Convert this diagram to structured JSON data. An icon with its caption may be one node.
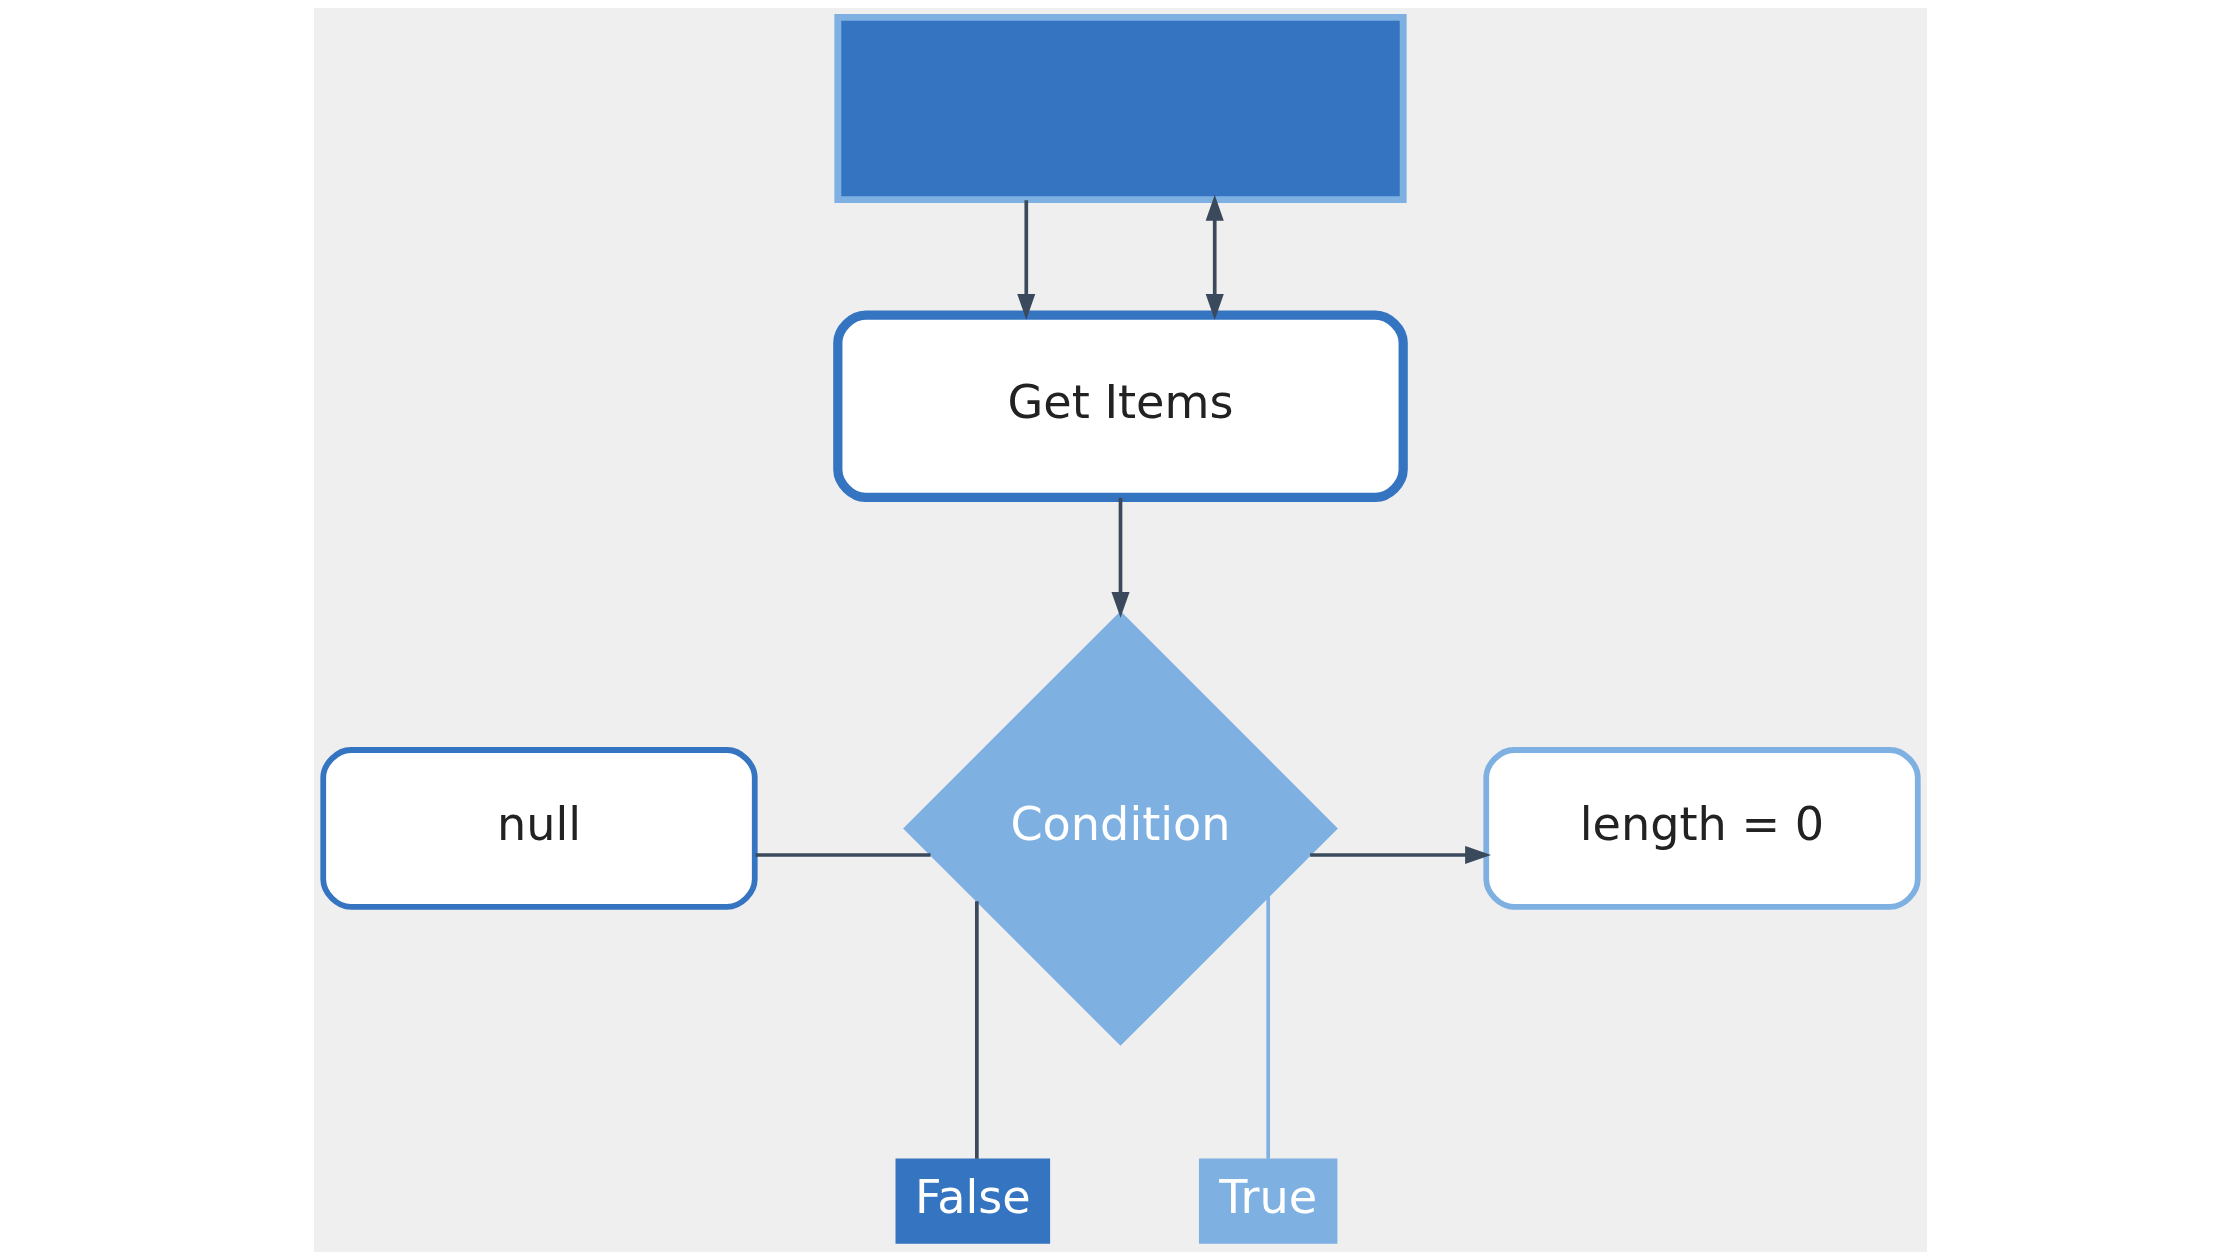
{
  "diagram": {
    "nodes": [
      {
        "text": [],
        "shape": "box"
      },
      {
        "text": [
          "Get Items"
        ]
      },
      {
        "text": [
          "Condition"
        ]
      },
      {
        "text": [
          "null"
        ]
      },
      {
        "text": [
          "length = 0"
        ]
      },
      {
        "text": [
          "False"
        ]
      },
      {
        "text": [
          "True"
        ]
      }
    ],
    "edges": [
      {
        "from": 0,
        "to": 1,
        "arrow": "to"
      },
      {
        "from": 1,
        "to": 0,
        "arrow": "both"
      },
      {
        "from": 1,
        "to": 2,
        "arrow": "to"
      },
      {
        "from": 3,
        "to": 2,
        "arrow": "none"
      },
      {
        "from": 2,
        "to": 4,
        "arrow": "to"
      },
      {
        "from": 2,
        "to": 5,
        "arrow": "none"
      },
      {
        "from": 2,
        "to": 6,
        "arrow": "none",
        "color": "#7eb0e2"
      }
    ]
  }
}
